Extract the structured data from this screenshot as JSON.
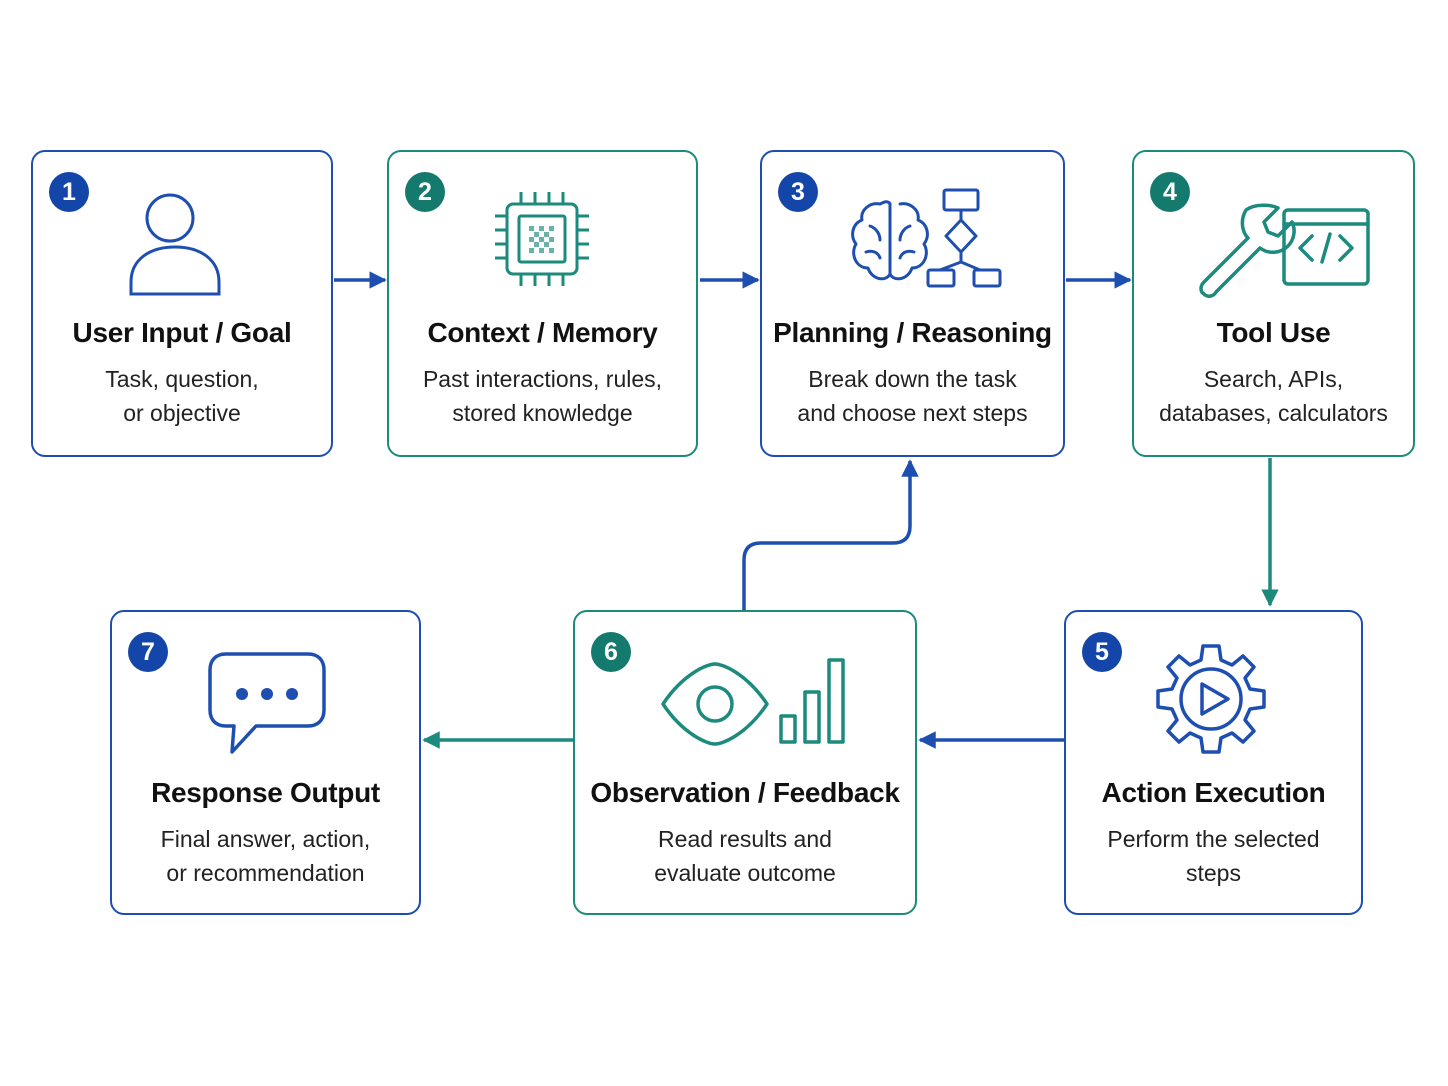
{
  "steps": [
    {
      "number": "1",
      "title": "User Input / Goal",
      "desc": [
        "Task, question,",
        "or objective"
      ],
      "icon": "user-icon",
      "accent": "#1e4fb0"
    },
    {
      "number": "2",
      "title": "Context / Memory",
      "desc": [
        "Past interactions, rules,",
        "stored knowledge"
      ],
      "icon": "chip-icon",
      "accent": "#1c8a7c"
    },
    {
      "number": "3",
      "title": "Planning / Reasoning",
      "desc": [
        "Break down the task",
        "and choose next steps"
      ],
      "icon": "brain-flowchart-icon",
      "accent": "#1e4fb0"
    },
    {
      "number": "4",
      "title": "Tool Use",
      "desc": [
        "Search, APIs,",
        "databases, calculators"
      ],
      "icon": "wrench-code-icon",
      "accent": "#1c8a7c"
    },
    {
      "number": "5",
      "title": "Action Execution",
      "desc": [
        "Perform the selected",
        "steps"
      ],
      "icon": "gear-play-icon",
      "accent": "#1e4fb0"
    },
    {
      "number": "6",
      "title": "Observation / Feedback",
      "desc": [
        "Read results and",
        "evaluate outcome"
      ],
      "icon": "eye-chart-icon",
      "accent": "#1c8a7c"
    },
    {
      "number": "7",
      "title": "Response Output",
      "desc": [
        "Final answer, action,",
        "or recommendation"
      ],
      "icon": "chat-bubble-icon",
      "accent": "#1e4fb0"
    }
  ],
  "colors": {
    "blue": "#1e4fb0",
    "teal": "#1c8a7c"
  }
}
